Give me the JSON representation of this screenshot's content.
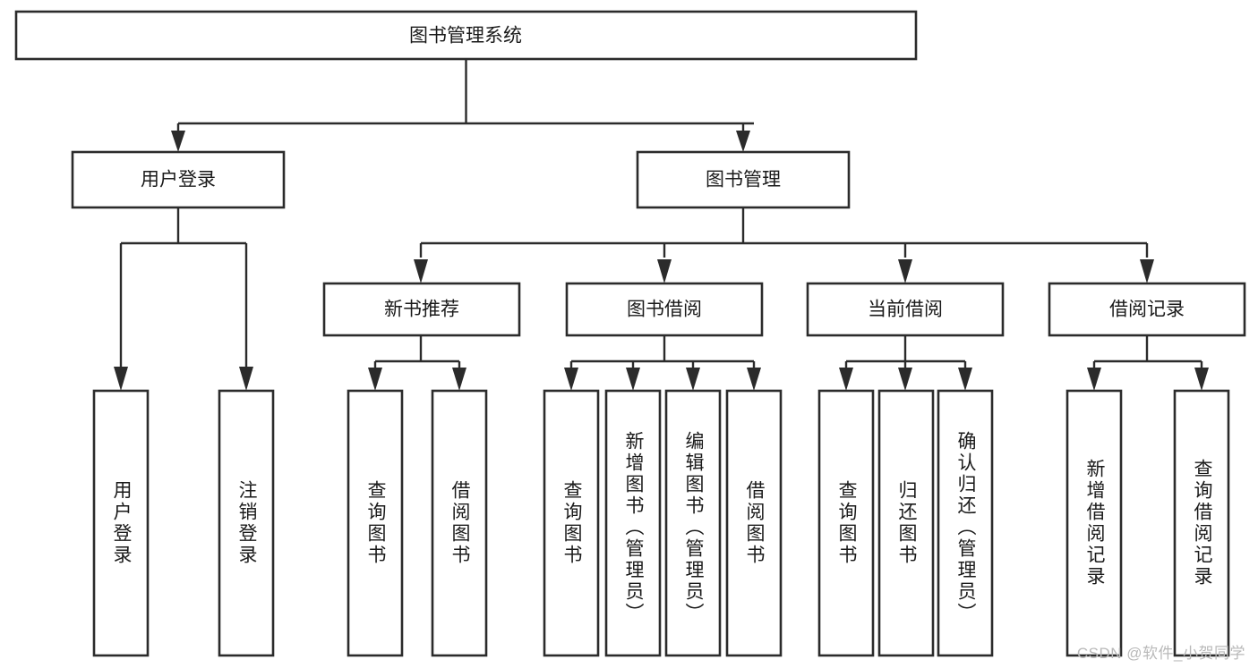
{
  "diagram": {
    "title": "图书管理系统",
    "type": "functional-decomposition-tree",
    "watermark": "CSDN @软件_小贺同学",
    "colors": {
      "stroke": "#2b2b2b",
      "fill": "#ffffff",
      "text": "#1a1a1a",
      "watermark": "#b9b9b9"
    },
    "nodes": {
      "root": {
        "label": "图书管理系统",
        "level": 1
      },
      "l2": [
        {
          "id": "user-login",
          "label": "用户登录",
          "level": 2
        },
        {
          "id": "book-management",
          "label": "图书管理",
          "level": 2
        }
      ],
      "l3": [
        {
          "id": "new-book-recommend",
          "label": "新书推荐",
          "level": 3,
          "parent": "book-management"
        },
        {
          "id": "book-borrow",
          "label": "图书借阅",
          "level": 3,
          "parent": "book-management"
        },
        {
          "id": "current-borrow",
          "label": "当前借阅",
          "level": 3,
          "parent": "book-management"
        },
        {
          "id": "borrow-record",
          "label": "借阅记录",
          "level": 3,
          "parent": "book-management"
        }
      ],
      "leaves": {
        "user-login": [
          {
            "id": "leaf-user-login",
            "label": "用户登录"
          },
          {
            "id": "leaf-logout",
            "label": "注销登录"
          }
        ],
        "new-book-recommend": [
          {
            "id": "leaf-query-book-1",
            "label": "查询图书"
          },
          {
            "id": "leaf-borrow-book-1",
            "label": "借阅图书"
          }
        ],
        "book-borrow": [
          {
            "id": "leaf-query-book-2",
            "label": "查询图书"
          },
          {
            "id": "leaf-add-book",
            "label": "新增图书（管理员）"
          },
          {
            "id": "leaf-edit-book",
            "label": "编辑图书（管理员）"
          },
          {
            "id": "leaf-borrow-book-2",
            "label": "借阅图书"
          }
        ],
        "current-borrow": [
          {
            "id": "leaf-query-book-3",
            "label": "查询图书"
          },
          {
            "id": "leaf-return-book",
            "label": "归还图书"
          },
          {
            "id": "leaf-confirm-return",
            "label": "确认归还（管理员）"
          }
        ],
        "borrow-record": [
          {
            "id": "leaf-add-record",
            "label": "新增借阅记录"
          },
          {
            "id": "leaf-query-record",
            "label": "查询借阅记录"
          }
        ]
      }
    }
  }
}
